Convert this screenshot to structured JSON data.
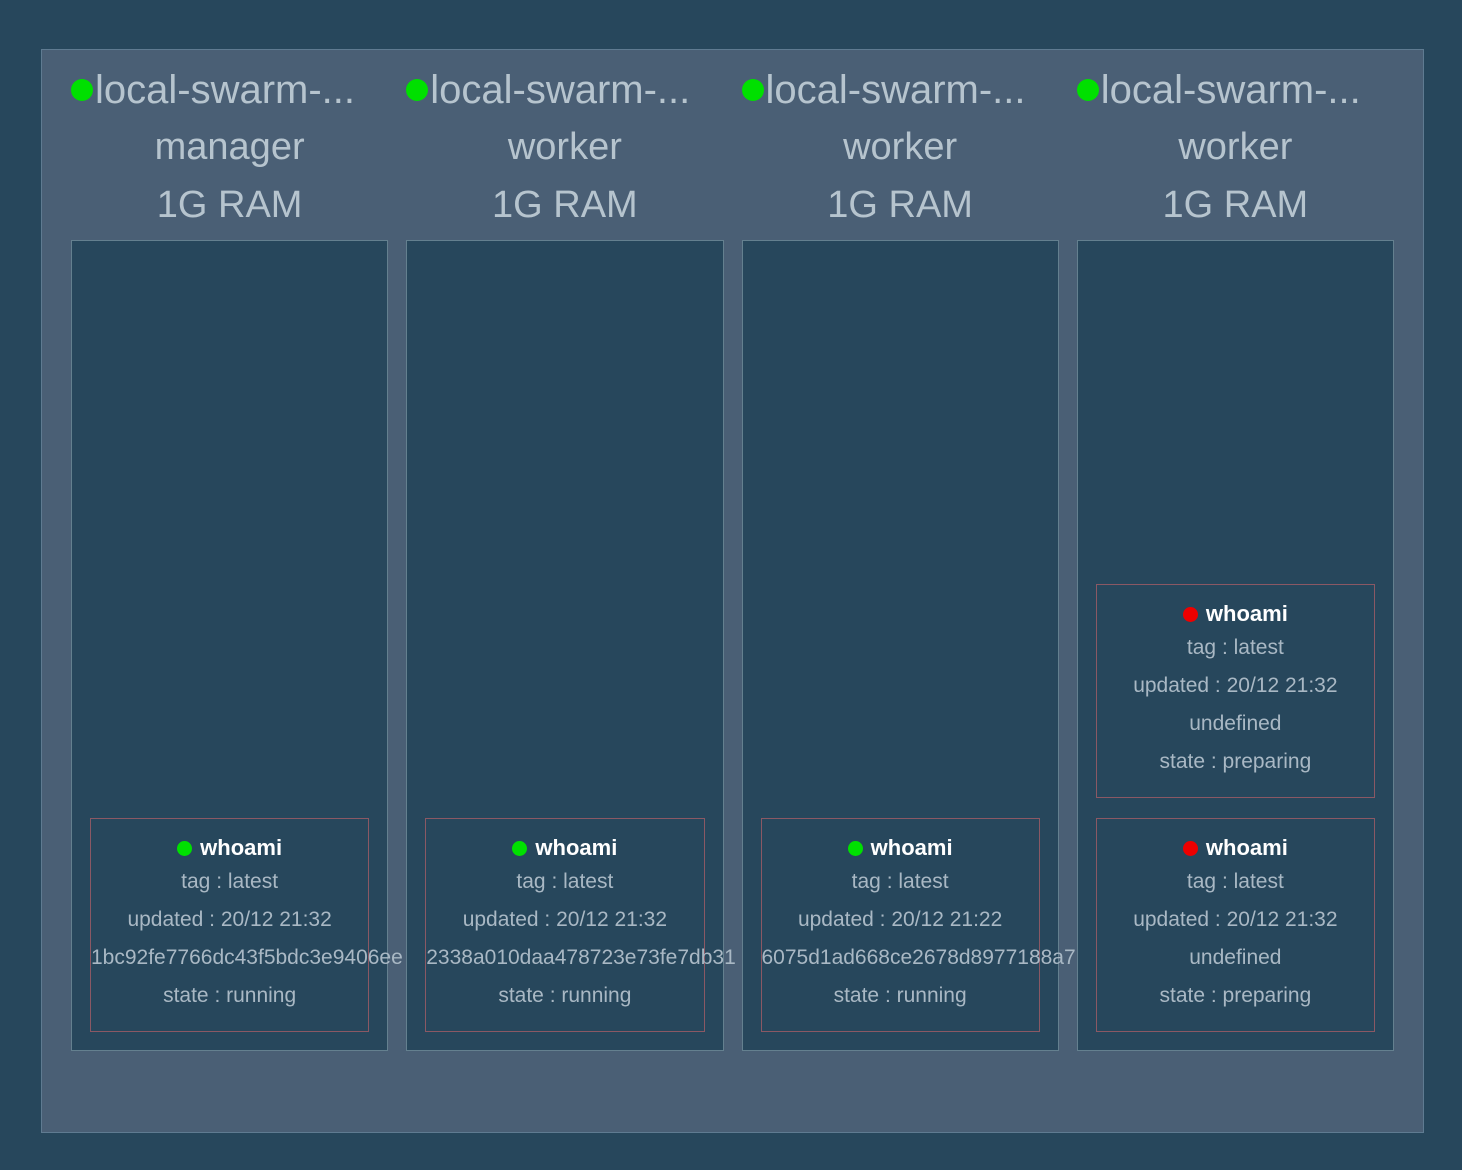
{
  "app": {
    "theme": {
      "background": "#27475c",
      "panel": "#4a5f75",
      "node_body": "#27475c",
      "node_border": "#64808f",
      "card_border": "#8b5864",
      "text_muted": "#a9b8c4",
      "text_header": "#b6c4ce",
      "status_up": "#00e000",
      "status_down": "#ee0000"
    }
  },
  "nodes": [
    {
      "status": "up",
      "name": "local-swarm-...",
      "role": "manager",
      "ram": "1G RAM",
      "services": [
        {
          "status": "running",
          "name": "whoami",
          "tag": "tag : latest",
          "updated": "updated : 20/12 21:32",
          "hash": "1bc92fe7766dc43f5bdc3e9406ee",
          "state": "state : running"
        }
      ]
    },
    {
      "status": "up",
      "name": "local-swarm-...",
      "role": "worker",
      "ram": "1G RAM",
      "services": [
        {
          "status": "running",
          "name": "whoami",
          "tag": "tag : latest",
          "updated": "updated : 20/12 21:32",
          "hash": "2338a010daa478723e73fe7db31",
          "state": "state : running"
        }
      ]
    },
    {
      "status": "up",
      "name": "local-swarm-...",
      "role": "worker",
      "ram": "1G RAM",
      "services": [
        {
          "status": "running",
          "name": "whoami",
          "tag": "tag : latest",
          "updated": "updated : 20/12 21:22",
          "hash": "6075d1ad668ce2678d8977188a7",
          "state": "state : running"
        }
      ]
    },
    {
      "status": "up",
      "name": "local-swarm-...",
      "role": "worker",
      "ram": "1G RAM",
      "services": [
        {
          "status": "preparing",
          "name": "whoami",
          "tag": "tag : latest",
          "updated": "updated : 20/12 21:32",
          "hash": "undefined",
          "state": "state : preparing"
        },
        {
          "status": "preparing",
          "name": "whoami",
          "tag": "tag : latest",
          "updated": "updated : 20/12 21:32",
          "hash": "undefined",
          "state": "state : preparing"
        }
      ]
    }
  ]
}
